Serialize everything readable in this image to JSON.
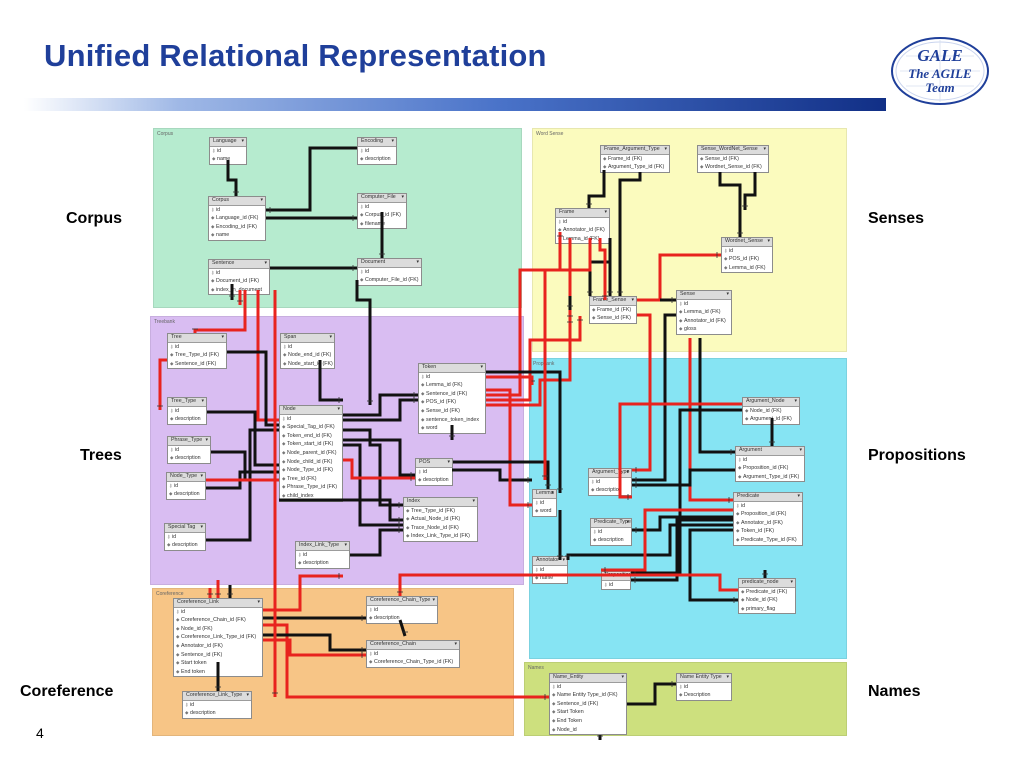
{
  "title": "Unified Relational Representation",
  "page_number": "4",
  "logo": {
    "line1": "GALE",
    "line2": "The AGILE",
    "line3": "Team",
    "color": "#1f3f9a"
  },
  "side_labels": {
    "corpus": "Corpus",
    "trees": "Trees",
    "coreference": "Coreference",
    "senses": "Senses",
    "propositions": "Propositions",
    "names": "Names"
  },
  "regions": {
    "corpus": {
      "label": "Corpus",
      "color": "#b6ebcf"
    },
    "word_sense": {
      "label": "Word Sense",
      "color": "#fbfbbe"
    },
    "treebank": {
      "label": "Treebank",
      "color": "#d9bdf2"
    },
    "propbank": {
      "label": "Propbank",
      "color": "#86e4f3"
    },
    "coreference": {
      "label": "Coreference",
      "color": "#f7c586"
    },
    "names": {
      "label": "Names",
      "color": "#cde07e"
    }
  },
  "tables": [
    {
      "id": "language",
      "header": "Language",
      "fields": [
        [
          "key",
          "id"
        ],
        [
          "col",
          "name"
        ]
      ]
    },
    {
      "id": "encoding",
      "header": "Encoding",
      "fields": [
        [
          "key",
          "id"
        ],
        [
          "col",
          "description"
        ]
      ]
    },
    {
      "id": "corpus",
      "header": "Corpus",
      "fields": [
        [
          "key",
          "id"
        ],
        [
          "col",
          "Language_id (FK)"
        ],
        [
          "col",
          "Encoding_id (FK)"
        ],
        [
          "col",
          "name"
        ]
      ]
    },
    {
      "id": "computer_file",
      "header": "Computer_File",
      "fields": [
        [
          "key",
          "id"
        ],
        [
          "col",
          "Corpus_id (FK)"
        ],
        [
          "col",
          "filename"
        ]
      ]
    },
    {
      "id": "sentence",
      "header": "Sentence",
      "fields": [
        [
          "key",
          "id"
        ],
        [
          "col",
          "Document_id (FK)"
        ],
        [
          "col",
          "index_in_document"
        ]
      ]
    },
    {
      "id": "document",
      "header": "Document",
      "fields": [
        [
          "key",
          "id"
        ],
        [
          "col",
          "Computer_File_id (FK)"
        ]
      ]
    },
    {
      "id": "tree",
      "header": "Tree",
      "fields": [
        [
          "key",
          "id"
        ],
        [
          "col",
          "Tree_Type_id (FK)"
        ],
        [
          "col",
          "Sentence_id (FK)"
        ]
      ]
    },
    {
      "id": "span",
      "header": "Span",
      "fields": [
        [
          "key",
          "id"
        ],
        [
          "col",
          "Node_end_id (FK)"
        ],
        [
          "col",
          "Node_start_id (FK)"
        ]
      ]
    },
    {
      "id": "tree_type",
      "header": "Tree_Type",
      "fields": [
        [
          "key",
          "id"
        ],
        [
          "col",
          "description"
        ]
      ]
    },
    {
      "id": "phrase_type",
      "header": "Phrase_Type",
      "fields": [
        [
          "key",
          "id"
        ],
        [
          "col",
          "description"
        ]
      ]
    },
    {
      "id": "node",
      "header": "Node",
      "fields": [
        [
          "key",
          "id"
        ],
        [
          "col",
          "Special_Tag_id (FK)"
        ],
        [
          "col",
          "Token_end_id (FK)"
        ],
        [
          "col",
          "Token_start_id (FK)"
        ],
        [
          "col",
          "Node_parent_id (FK)"
        ],
        [
          "col",
          "Node_child_id (FK)"
        ],
        [
          "col",
          "Node_Type_id (FK)"
        ],
        [
          "col",
          "Tree_id (FK)"
        ],
        [
          "col",
          "Phrase_Type_id (FK)"
        ],
        [
          "col",
          "child_index"
        ]
      ]
    },
    {
      "id": "node_type",
      "header": "Node_Type",
      "fields": [
        [
          "key",
          "id"
        ],
        [
          "col",
          "description"
        ]
      ]
    },
    {
      "id": "special_tag",
      "header": "Special Tag",
      "fields": [
        [
          "key",
          "id"
        ],
        [
          "col",
          "description"
        ]
      ]
    },
    {
      "id": "token",
      "header": "Token",
      "fields": [
        [
          "key",
          "id"
        ],
        [
          "col",
          "Lemma_id (FK)"
        ],
        [
          "col",
          "Sentence_id (FK)"
        ],
        [
          "col",
          "POS_id (FK)"
        ],
        [
          "col",
          "Sense_id (FK)"
        ],
        [
          "col",
          "sentence_token_index"
        ],
        [
          "col",
          "word"
        ]
      ]
    },
    {
      "id": "pos",
      "header": "POS",
      "fields": [
        [
          "key",
          "id"
        ],
        [
          "col",
          "description"
        ]
      ]
    },
    {
      "id": "index",
      "header": "Index",
      "fields": [
        [
          "col",
          "Tree_Type_id (FK)"
        ],
        [
          "col",
          "Actual_Node_id (FK)"
        ],
        [
          "col",
          "Trace_Node_id (FK)"
        ],
        [
          "col",
          "Index_Link_Type_id (FK)"
        ]
      ]
    },
    {
      "id": "index_link_type",
      "header": "Index_Link_Type",
      "fields": [
        [
          "key",
          "id"
        ],
        [
          "col",
          "description"
        ]
      ]
    },
    {
      "id": "frame_argument_type",
      "header": "Frame_Argument_Type",
      "fields": [
        [
          "col",
          "Frame_id (FK)"
        ],
        [
          "col",
          "Argument_Type_id (FK)"
        ]
      ]
    },
    {
      "id": "sense_wordnet_sense",
      "header": "Sense_WordNet_Sense",
      "fields": [
        [
          "col",
          "Sense_id (FK)"
        ],
        [
          "col",
          "Wordnet_Sense_id (FK)"
        ]
      ]
    },
    {
      "id": "frame",
      "header": "Frame",
      "fields": [
        [
          "key",
          "id"
        ],
        [
          "col",
          "Annotator_id (FK)"
        ],
        [
          "col",
          "Lemma_id (FK)"
        ]
      ]
    },
    {
      "id": "wordnet_sense",
      "header": "Wordnet_Sense",
      "fields": [
        [
          "key",
          "id"
        ],
        [
          "col",
          "POS_id (FK)"
        ],
        [
          "col",
          "Lemma_id (FK)"
        ]
      ]
    },
    {
      "id": "frame_sense",
      "header": "Frame_Sense",
      "fields": [
        [
          "col",
          "Frame_id (FK)"
        ],
        [
          "col",
          "Sense_id (FK)"
        ]
      ]
    },
    {
      "id": "sense",
      "header": "Sense",
      "fields": [
        [
          "key",
          "id"
        ],
        [
          "col",
          "Lemma_id (FK)"
        ],
        [
          "col",
          "Annotator_id (FK)"
        ],
        [
          "col",
          "gloss"
        ]
      ]
    },
    {
      "id": "argument_node",
      "header": "Argument_Node",
      "fields": [
        [
          "col",
          "Node_id (FK)"
        ],
        [
          "col",
          "Argument_id (FK)"
        ]
      ]
    },
    {
      "id": "argument",
      "header": "Argument",
      "fields": [
        [
          "key",
          "id"
        ],
        [
          "col",
          "Proposition_id (FK)"
        ],
        [
          "col",
          "Argument_Type_id (FK)"
        ]
      ]
    },
    {
      "id": "argument_type",
      "header": "Argument_Type",
      "fields": [
        [
          "key",
          "id"
        ],
        [
          "col",
          "description"
        ]
      ]
    },
    {
      "id": "lemma",
      "header": "Lemma",
      "fields": [
        [
          "key",
          "id"
        ],
        [
          "col",
          "word"
        ]
      ]
    },
    {
      "id": "predicate",
      "header": "Predicate",
      "fields": [
        [
          "key",
          "id"
        ],
        [
          "col",
          "Proposition_id (FK)"
        ],
        [
          "col",
          "Annotator_id (FK)"
        ],
        [
          "col",
          "Token_id (FK)"
        ],
        [
          "col",
          "Predicate_Type_id (FK)"
        ]
      ]
    },
    {
      "id": "predicate_type",
      "header": "Predicate_Type",
      "fields": [
        [
          "key",
          "id"
        ],
        [
          "col",
          "description"
        ]
      ]
    },
    {
      "id": "annotator",
      "header": "Annotator",
      "fields": [
        [
          "key",
          "id"
        ],
        [
          "col",
          "name"
        ]
      ]
    },
    {
      "id": "proposition",
      "header": "Proposition",
      "fields": [
        [
          "key",
          "id"
        ]
      ]
    },
    {
      "id": "predicate_node",
      "header": "predicate_node",
      "fields": [
        [
          "col",
          "Predicate_id (FK)"
        ],
        [
          "col",
          "Node_id (FK)"
        ],
        [
          "col",
          "primary_flag"
        ]
      ]
    },
    {
      "id": "coreference_link",
      "header": "Coreference_Link",
      "fields": [
        [
          "key",
          "id"
        ],
        [
          "col",
          "Coreference_Chain_id (FK)"
        ],
        [
          "col",
          "Node_id (FK)"
        ],
        [
          "col",
          "Coreference_Link_Type_id (FK)"
        ],
        [
          "col",
          "Annotator_id (FK)"
        ],
        [
          "col",
          "Sentence_id (FK)"
        ],
        [
          "col",
          "Start token"
        ],
        [
          "col",
          "End token"
        ]
      ]
    },
    {
      "id": "coreference_chain_type",
      "header": "Coreference_Chain_Type",
      "fields": [
        [
          "key",
          "id"
        ],
        [
          "col",
          "description"
        ]
      ]
    },
    {
      "id": "coreference_chain",
      "header": "Coreference_Chain",
      "fields": [
        [
          "key",
          "id"
        ],
        [
          "col",
          "Coreference_Chain_Type_id (FK)"
        ]
      ]
    },
    {
      "id": "coreference_link_type",
      "header": "Coreference_Link_Type",
      "fields": [
        [
          "key",
          "id"
        ],
        [
          "col",
          "description"
        ]
      ]
    },
    {
      "id": "name_entity",
      "header": "Name_Entity",
      "fields": [
        [
          "key",
          "id"
        ],
        [
          "col",
          "Name Entity Type_id (FK)"
        ],
        [
          "col",
          "Sentence_id (FK)"
        ],
        [
          "col",
          "Start Token"
        ],
        [
          "col",
          "End Token"
        ],
        [
          "col",
          "Node_id"
        ]
      ]
    },
    {
      "id": "name_entity_type",
      "header": "Name Entity Type",
      "fields": [
        [
          "key",
          "id"
        ],
        [
          "col",
          "Description"
        ]
      ]
    }
  ],
  "connector_colors": {
    "black": "#111111",
    "red": "#e8231e"
  }
}
